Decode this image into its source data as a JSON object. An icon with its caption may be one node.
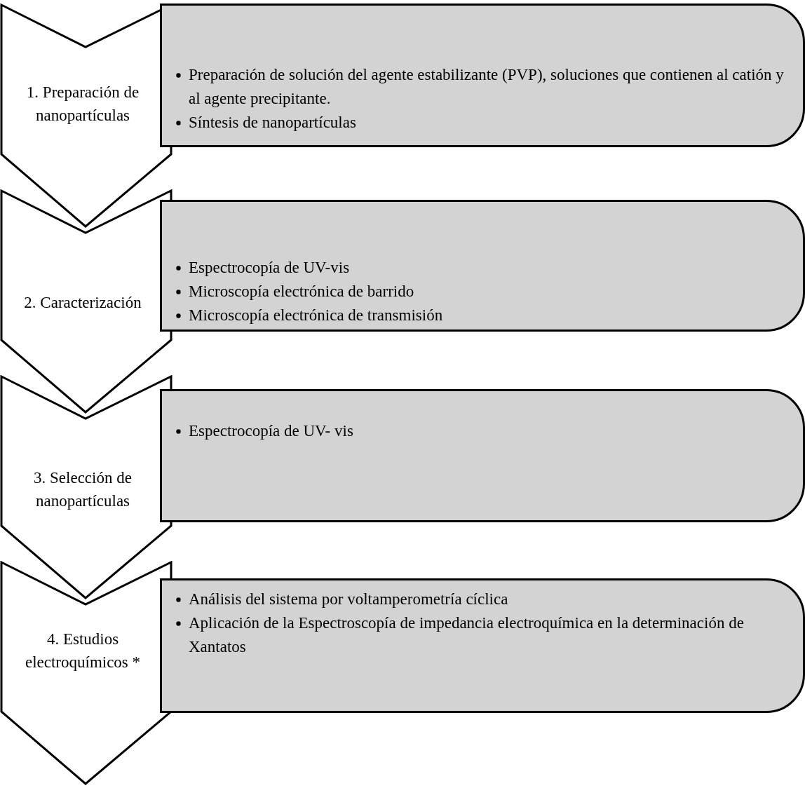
{
  "diagram": {
    "nodes": [
      {
        "text": [
          "1. Preparación de nanopartículas"
        ]
      },
      {
        "text": [
          "Preparación de solución del agente estabilizante (PVP), soluciones que contienen al catión y al agente precipitante.",
          "Síntesis de nanopartículas"
        ]
      },
      {
        "text": [
          "2. Caracterización"
        ]
      },
      {
        "text": [
          "Espectrocopía de UV-vis",
          "Microscopía electrónica de barrido",
          "Microscopía electrónica de transmisión"
        ]
      },
      {
        "text": [
          "3. Selección de nanopartículas"
        ]
      },
      {
        "text": [
          "Espectrocopía de UV- vis"
        ]
      },
      {
        "text": [
          "4. Estudios electroquímicos *"
        ]
      },
      {
        "text": [
          "Análisis del sistema por voltamperometría cíclica",
          "Aplicación de la Espectroscopía de impedancia electroquímica en la determinación de Xantatos"
        ]
      }
    ]
  }
}
